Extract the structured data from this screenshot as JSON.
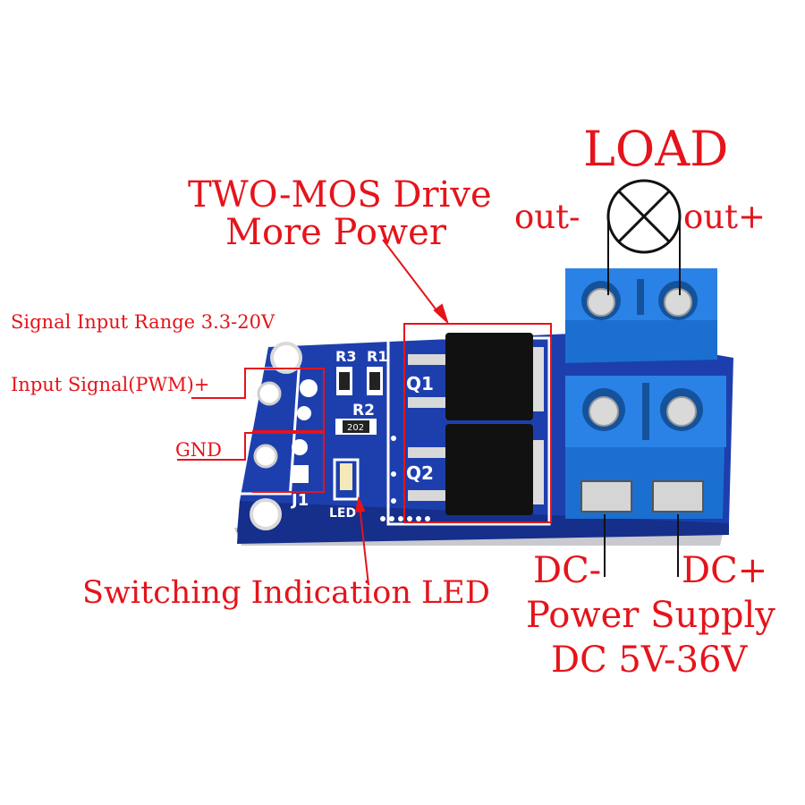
{
  "annotations": {
    "load": "LOAD",
    "out_minus": "out-",
    "out_plus": "out+",
    "mos_line1": "TWO-MOS Drive",
    "mos_line2": "More Power",
    "signal_range": "Signal Input Range 3.3-20V",
    "input_signal": "Input Signal(PWM)+",
    "gnd": "GND",
    "led_label": "Switching Indication LED",
    "dc_minus": "DC-",
    "dc_plus": "DC+",
    "power_supply": "Power Supply",
    "dc_range": "DC 5V-36V"
  },
  "board_silkscreen": {
    "r3": "R3",
    "r1": "R1",
    "r2": "R2",
    "q1": "Q1",
    "q2": "Q2",
    "j1": "J1",
    "led": "LED",
    "r2_code": "202"
  },
  "colors": {
    "annotation": "#e5141b",
    "pcb": "#1d3fae",
    "terminal": "#1a6fd0",
    "mosfet": "#111111"
  }
}
